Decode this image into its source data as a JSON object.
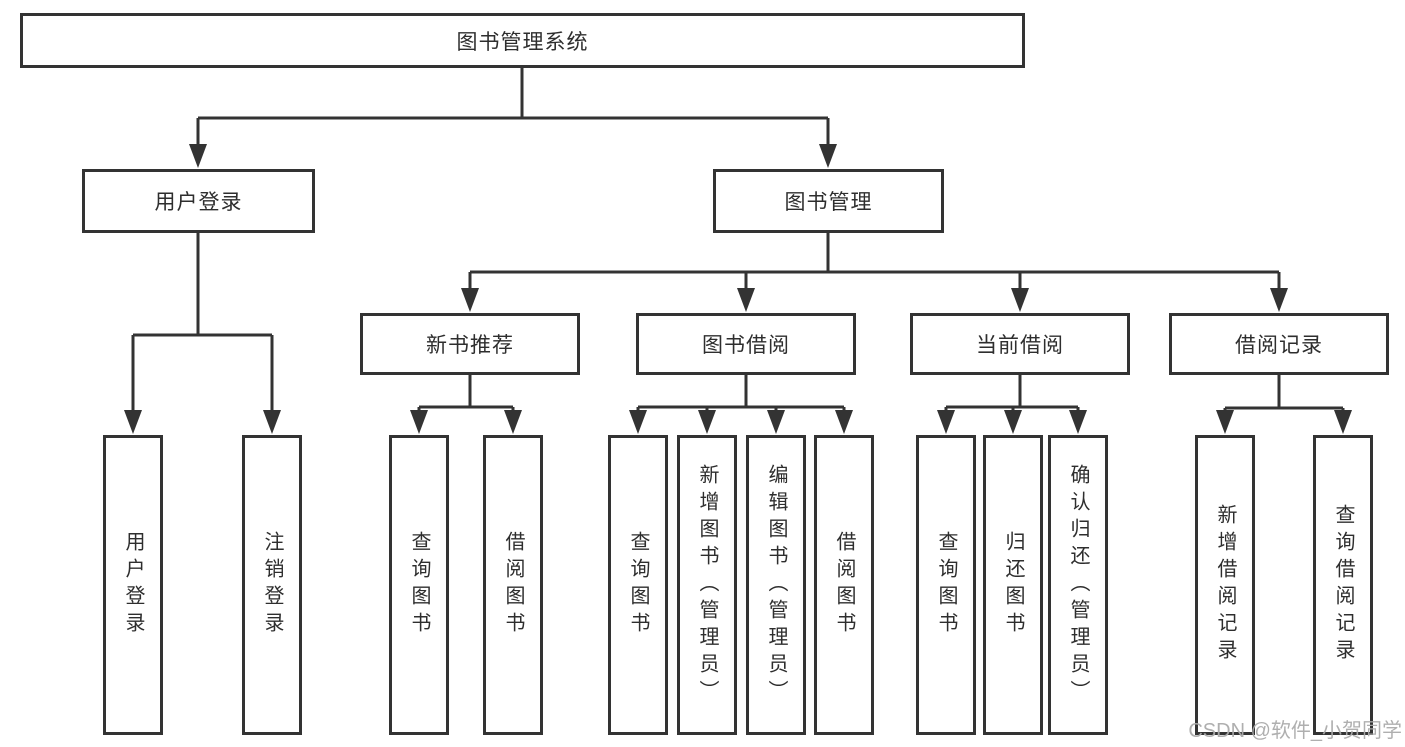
{
  "tree": {
    "root": {
      "label": "图书管理系统",
      "children": [
        {
          "label": "用户登录",
          "children": [
            {
              "label": "用户登录"
            },
            {
              "label": "注销登录"
            }
          ]
        },
        {
          "label": "图书管理",
          "children": [
            {
              "label": "新书推荐",
              "children": [
                {
                  "label": "查询图书"
                },
                {
                  "label": "借阅图书"
                }
              ]
            },
            {
              "label": "图书借阅",
              "children": [
                {
                  "label": "查询图书"
                },
                {
                  "label": "新增图书（管理员）"
                },
                {
                  "label": "编辑图书（管理员）"
                },
                {
                  "label": "借阅图书"
                }
              ]
            },
            {
              "label": "当前借阅",
              "children": [
                {
                  "label": "查询图书"
                },
                {
                  "label": "归还图书"
                },
                {
                  "label": "确认归还（管理员）"
                }
              ]
            },
            {
              "label": "借阅记录",
              "children": [
                {
                  "label": "新增借阅记录"
                },
                {
                  "label": "查询借阅记录"
                }
              ]
            }
          ]
        }
      ]
    }
  },
  "watermark": {
    "text": "CSDN @软件_小贺同学"
  },
  "colors": {
    "line": "#333333",
    "border": "#333333",
    "text": "#2e2e2e",
    "watermark": "#ababab",
    "background": "#ffffff"
  }
}
